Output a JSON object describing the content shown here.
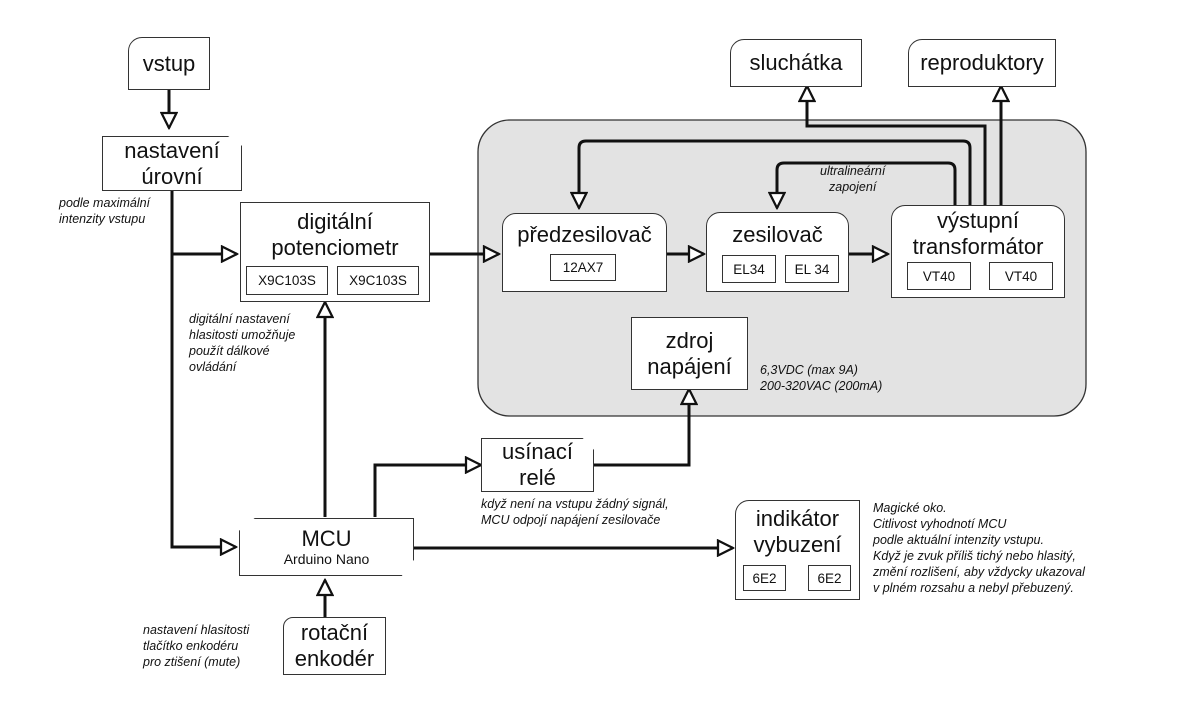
{
  "nodes": {
    "vstup": "vstup",
    "nastaveni_urovni": "nastavení\núrovní",
    "digitalni_potenciometr": "digitální\npotenciometr",
    "pot_chip_1": "X9C103S",
    "pot_chip_2": "X9C103S",
    "predzesilovac": "předzesilovač",
    "predzesilovac_chip": "12AX7",
    "zesilovac": "zesilovač",
    "zesilovac_chip_1": "EL34",
    "zesilovac_chip_2": "EL 34",
    "vystupni_transformator": "výstupní\ntransformátor",
    "trafo_chip_1": "VT40",
    "trafo_chip_2": "VT40",
    "sluchatka": "sluchátka",
    "reproduktory": "reproduktory",
    "zdroj_napajeni": "zdroj\nnapájení",
    "usinaci_rele": "usínací\nrelé",
    "mcu_title": "MCU",
    "mcu_subtitle": "Arduino Nano",
    "rotacni_enkoder": "rotační\nenkodér",
    "indikator_vybuzeni": "indikátor\nvybuzení",
    "indikator_chip_1": "6E2",
    "indikator_chip_2": "6E2"
  },
  "notes": {
    "podle_intenzity": "podle maximální\nintenzity vstupu",
    "digitalni_nastaveni": "digitální nastavení\nhlasitosti umožňuje\npoužít dálkové\novládání",
    "ultralinearni": "ultralineární\nzapojení",
    "napajeni_specs": "6,3VDC (max 9A)\n200-320VAC (200mA)",
    "rele_popis": "když není na vstupu žádný signál,\nMCU odpojí napájení zesilovače",
    "enkoder_popis": "nastavení hlasitosti\ntlačítko enkodéru\npro ztišení (mute)",
    "magicke_oko": "Magické oko.\nCitlivost vyhodnotí MCU\npodle aktuální intenzity vstupu.\nKdyž je zvuk příliš tichý nebo hlasitý,\nzmění rozlišení, aby vždycky ukazoval\nv plném rozsahu a nebyl přebuzený."
  }
}
